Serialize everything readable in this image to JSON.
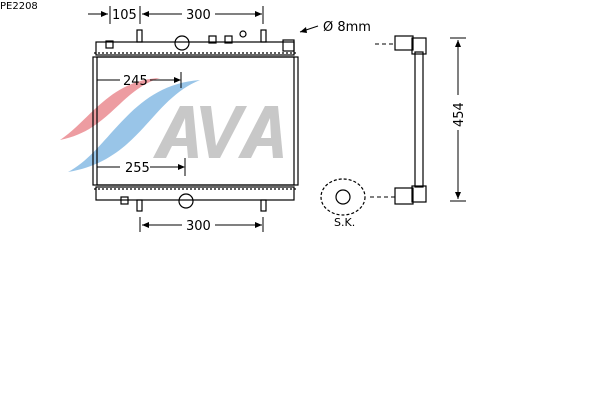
{
  "part_code": "PE2208",
  "logo": {
    "text": "AVA",
    "colors": {
      "red": "#e8838a",
      "blue": "#7fb6e2",
      "gray": "#c8c8c8"
    }
  },
  "dimensions": {
    "top_left_offset": "105",
    "top_span": "300",
    "upper_inlet": "245",
    "lower_outlet": "255",
    "bottom_span": "300",
    "height": "454",
    "diameter": "Ø 8mm"
  },
  "labels": {
    "sk": "S.K."
  }
}
